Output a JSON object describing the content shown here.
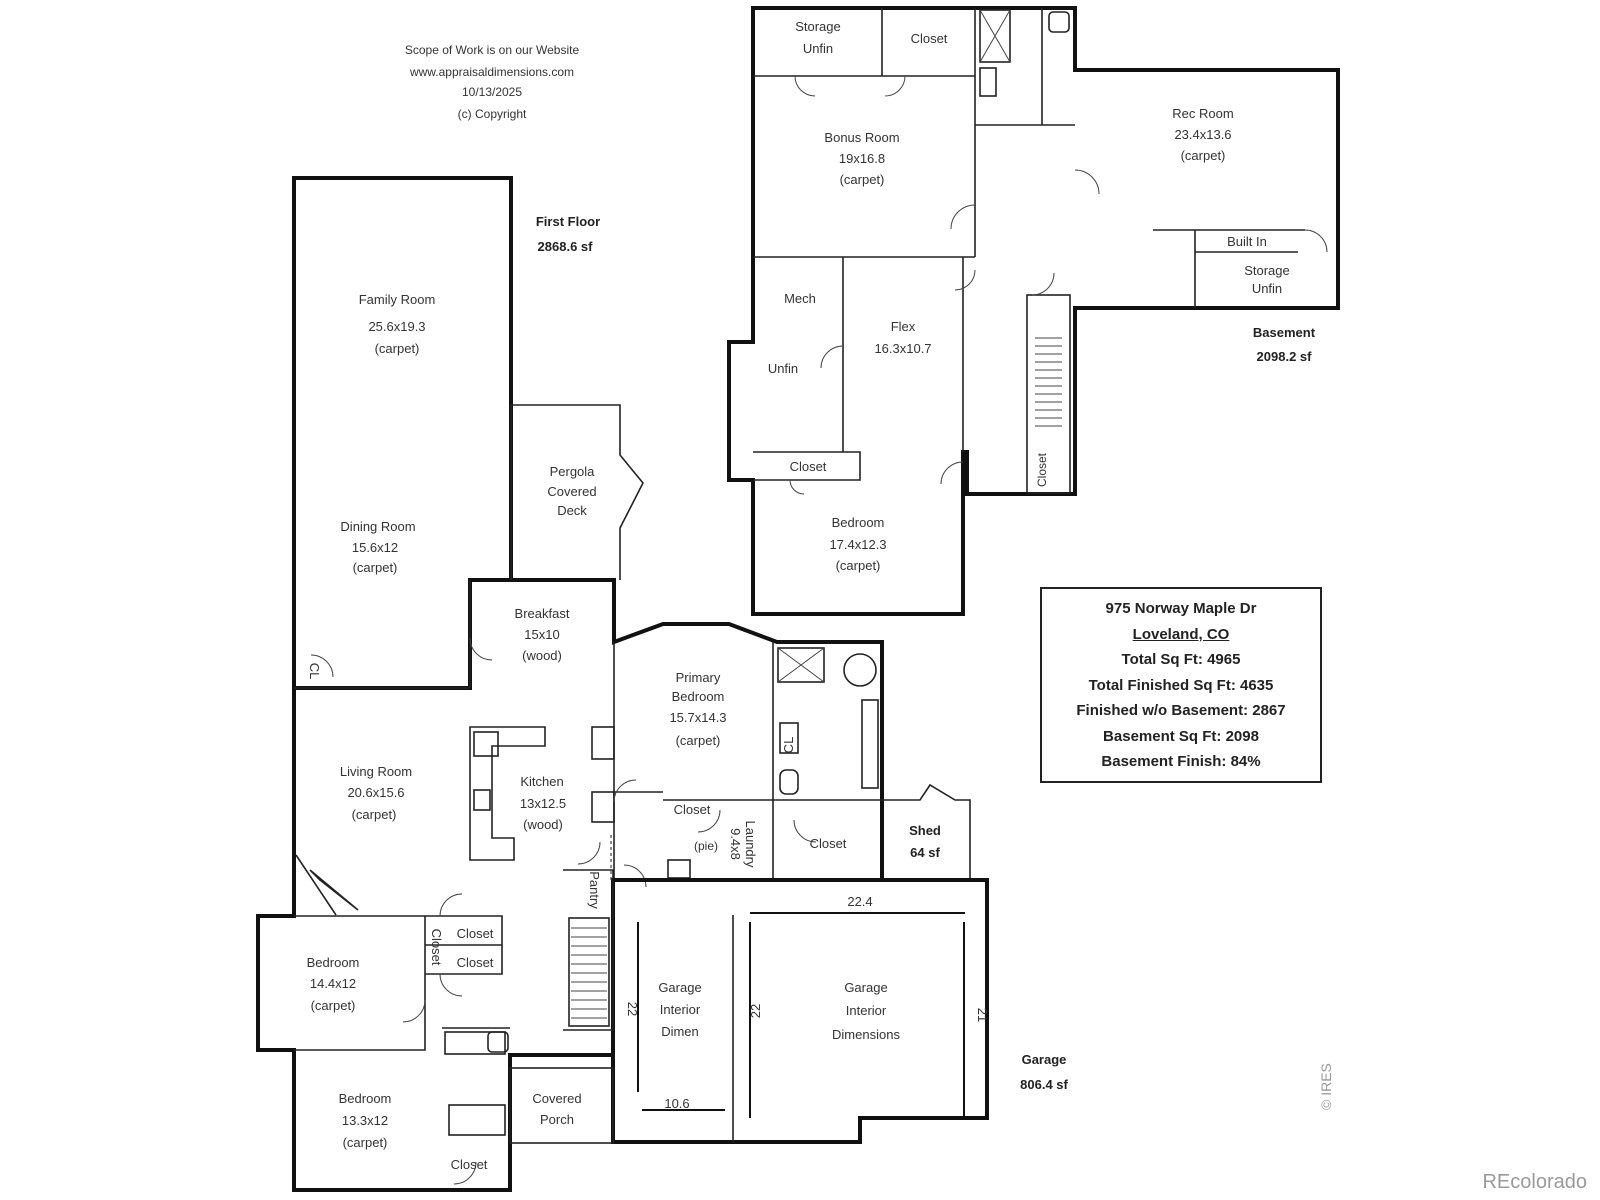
{
  "header_notes": {
    "line1": "Scope of Work is on our Website",
    "line2": "www.appraisaldimensions.com",
    "line3": "10/13/2025",
    "line4": "(c) Copyright"
  },
  "floors": {
    "first_floor": {
      "name": "First Floor",
      "area": "2868.6 sf"
    },
    "basement": {
      "name": "Basement",
      "area": "2098.2 sf"
    },
    "garage": {
      "name": "Garage",
      "area": "806.4 sf"
    },
    "shed": {
      "name": "Shed",
      "area": "64 sf"
    }
  },
  "rooms": {
    "storage_top": {
      "line1": "Storage",
      "line2": "Unfin"
    },
    "closet_top": {
      "line1": "Closet"
    },
    "bonus_room": {
      "line1": "Bonus Room",
      "line2": "19x16.8",
      "line3": "(carpet)"
    },
    "rec_room": {
      "line1": "Rec Room",
      "line2": "23.4x13.6",
      "line3": "(carpet)"
    },
    "built_in": {
      "line1": "Built In"
    },
    "storage_right": {
      "line1": "Storage",
      "line2": "Unfin"
    },
    "mech": {
      "line1": "Mech",
      "line2": "Unfin"
    },
    "flex": {
      "line1": "Flex",
      "line2": "16.3x10.7"
    },
    "closet_bsmt": {
      "line1": "Closet"
    },
    "bedroom_bsmt": {
      "line1": "Bedroom",
      "line2": "17.4x12.3",
      "line3": "(carpet)"
    },
    "family_room": {
      "line1": "Family Room",
      "line2": "25.6x19.3",
      "line3": "(carpet)"
    },
    "pergola": {
      "line1": "Pergola",
      "line2": "Covered",
      "line3": "Deck"
    },
    "dining_room": {
      "line1": "Dining Room",
      "line2": "15.6x12",
      "line3": "(carpet)"
    },
    "breakfast": {
      "line1": "Breakfast",
      "line2": "15x10",
      "line3": "(wood)"
    },
    "primary_bedroom": {
      "line1": "Primary",
      "line2": "Bedroom",
      "line3": "15.7x14.3",
      "line4": "(carpet)"
    },
    "living_room": {
      "line1": "Living Room",
      "line2": "20.6x15.6",
      "line3": "(carpet)"
    },
    "kitchen": {
      "line1": "Kitchen",
      "line2": "13x12.5",
      "line3": "(wood)"
    },
    "closet_laundry": {
      "line1": "Closet"
    },
    "laundry": {
      "line1": "Laundry",
      "line2": "9.4x8"
    },
    "closet_primary": {
      "line1": "Closet"
    },
    "pantry": {
      "line1": "Pantry"
    },
    "bedroom_2": {
      "line1": "Bedroom",
      "line2": "14.4x12",
      "line3": "(carpet)"
    },
    "closet_a": {
      "line1": "Closet"
    },
    "closet_b": {
      "line1": "Closet"
    },
    "closet_c": {
      "line1": "Closet"
    },
    "bedroom_3": {
      "line1": "Bedroom",
      "line2": "13.3x12",
      "line3": "(carpet)"
    },
    "closet_d": {
      "line1": "Closet"
    },
    "covered_porch": {
      "line1": "Covered",
      "line2": "Porch"
    },
    "garage_interior_dimen": {
      "line1": "Garage",
      "line2": "Interior",
      "line3": "Dimen"
    },
    "garage_interior_dimensions": {
      "line1": "Garage",
      "line2": "Interior",
      "line3": "Dimensions"
    },
    "cl_marks": {
      "cl": "CL",
      "fig": "(pie)"
    }
  },
  "dimensions": {
    "garage_width": "22.4",
    "garage_depth_right": "21",
    "garage_depth_left": "22",
    "garage_mid_depth": "22",
    "garage_small_width": "10.6"
  },
  "summary": {
    "address": "975 Norway Maple Dr",
    "city": "Loveland, CO",
    "total_sq_ft": "Total Sq Ft: 4965",
    "total_finished": "Total Finished Sq Ft: 4635",
    "finished_wo_basement": "Finished w/o Basement: 2867",
    "basement_sq_ft": "Basement Sq Ft: 2098",
    "basement_finish": "Basement Finish: 84%"
  },
  "watermark": {
    "ires": "© IRES",
    "brand": "REcolorado"
  }
}
